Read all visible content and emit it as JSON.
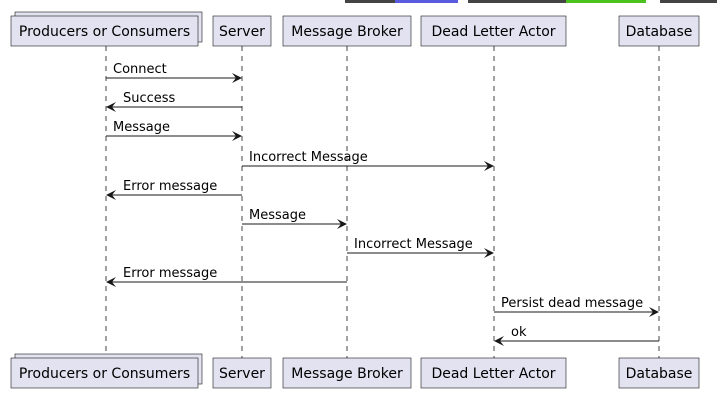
{
  "diagram": {
    "participants": [
      {
        "id": "pc",
        "label": "Producers or Consumers",
        "stacked": true
      },
      {
        "id": "server",
        "label": "Server",
        "stacked": false
      },
      {
        "id": "broker",
        "label": "Message Broker",
        "stacked": false
      },
      {
        "id": "dla",
        "label": "Dead Letter Actor",
        "stacked": false
      },
      {
        "id": "db",
        "label": "Database",
        "stacked": false
      }
    ],
    "messages": [
      {
        "from": "pc",
        "to": "server",
        "label": "Connect"
      },
      {
        "from": "server",
        "to": "pc",
        "label": "Success"
      },
      {
        "from": "pc",
        "to": "server",
        "label": "Message"
      },
      {
        "from": "server",
        "to": "dla",
        "label": "Incorrect Message"
      },
      {
        "from": "server",
        "to": "pc",
        "label": "Error message"
      },
      {
        "from": "server",
        "to": "broker",
        "label": "Message"
      },
      {
        "from": "broker",
        "to": "dla",
        "label": "Incorrect Message"
      },
      {
        "from": "broker",
        "to": "pc",
        "label": "Error message"
      },
      {
        "from": "dla",
        "to": "db",
        "label": "Persist dead message"
      },
      {
        "from": "db",
        "to": "dla",
        "label": "ok"
      }
    ],
    "colors": {
      "participant_fill": "#E2E2F0",
      "participant_border": "#181818",
      "line": "#181818",
      "accent_blue": "#5B5BE0",
      "accent_green": "#4CC21E",
      "accent_dark": "#444444"
    }
  }
}
